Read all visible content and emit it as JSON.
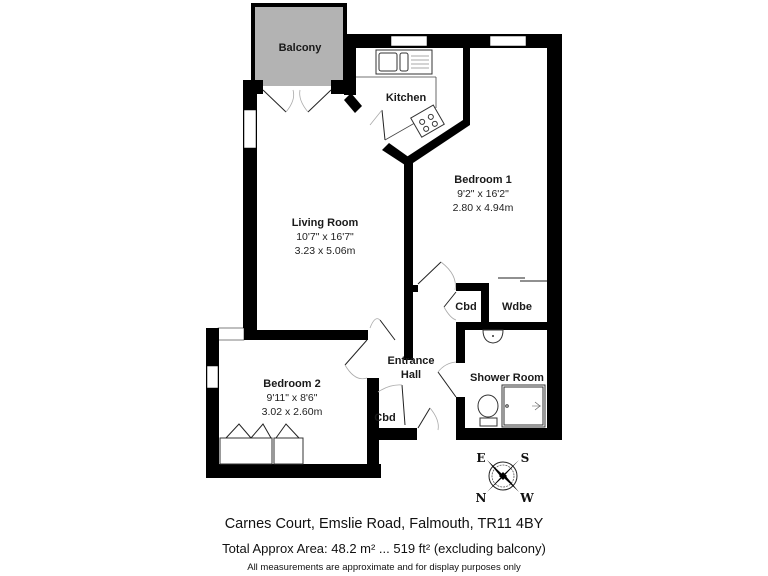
{
  "plan": {
    "rooms": [
      {
        "id": "balcony",
        "name": "Balcony",
        "imperial": "",
        "metric": ""
      },
      {
        "id": "kitchen",
        "name": "Kitchen",
        "imperial": "",
        "metric": ""
      },
      {
        "id": "bedroom1",
        "name": "Bedroom 1",
        "imperial": "9'2\" x 16'2\"",
        "metric": "2.80 x 4.94m"
      },
      {
        "id": "living",
        "name": "Living Room",
        "imperial": "10'7\" x 16'7\"",
        "metric": "3.23 x 5.06m"
      },
      {
        "id": "cbd1",
        "name": "Cbd",
        "imperial": "",
        "metric": ""
      },
      {
        "id": "wardrobe",
        "name": "Wdbe",
        "imperial": "",
        "metric": ""
      },
      {
        "id": "entrance1",
        "name": "Entrance",
        "imperial": "",
        "metric": ""
      },
      {
        "id": "entrance2",
        "name": "Hall",
        "imperial": "",
        "metric": ""
      },
      {
        "id": "shower",
        "name": "Shower Room",
        "imperial": "",
        "metric": ""
      },
      {
        "id": "bedroom2",
        "name": "Bedroom 2",
        "imperial": "9'11\" x 8'6\"",
        "metric": "3.02 x 2.60m"
      },
      {
        "id": "cbd2",
        "name": "Cbd",
        "imperial": "",
        "metric": ""
      }
    ],
    "compass": {
      "n": "N",
      "e": "E",
      "s": "S",
      "w": "W"
    },
    "colors": {
      "wall": "#000000",
      "balcony_fill": "#b3b3b3",
      "background": "#ffffff"
    }
  },
  "footer": {
    "address": "Carnes Court, Emslie Road, Falmouth, TR11 4BY",
    "area": "Total Approx Area: 48.2 m² ... 519 ft² (excluding balcony)",
    "note": "All measurements are approximate and for display purposes only"
  }
}
